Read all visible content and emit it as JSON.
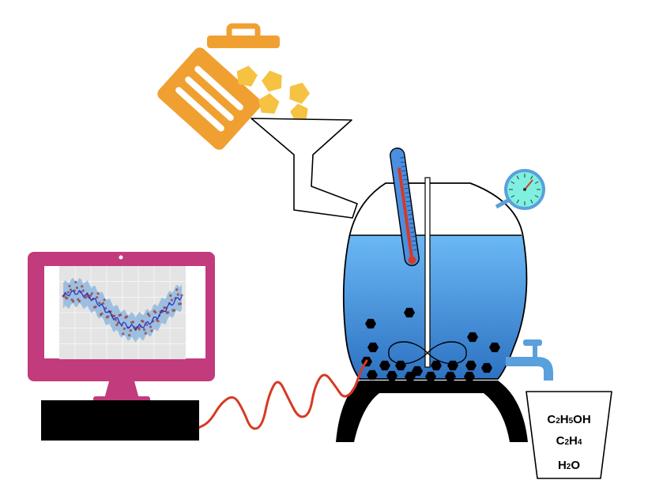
{
  "products": [
    {
      "main": "C",
      "sub1": "2",
      "mid": "H",
      "sub2": "5",
      "tail": "OH"
    },
    {
      "main": "C",
      "sub1": "2",
      "mid": "H",
      "sub2": "4",
      "tail": ""
    },
    {
      "main": "H",
      "sub1": "2",
      "mid": "O",
      "sub2": "",
      "tail": ""
    }
  ],
  "icons": {
    "feedstock": "pentagon-chunks-icon",
    "bin": "trash-bin-icon",
    "funnel": "funnel-icon",
    "thermometer": "thermometer-icon",
    "gauge": "pressure-gauge-icon",
    "reactor": "reactor-vessel-icon",
    "stirrer": "stirrer-icon",
    "tap": "tap-icon",
    "beaker": "beaker-icon",
    "monitor": "monitor-icon",
    "cable": "sensor-cable-icon"
  },
  "colors": {
    "bin": "#F0A030",
    "chunks": "#F5C242",
    "liquid_top": "#6BB8F5",
    "liquid_bottom": "#2A6FC0",
    "monitor": "#C23B7D",
    "cable": "#D63A22",
    "thermo_tube": "#4A8FE0",
    "thermo_mercury": "#D33A2A",
    "gauge_face": "#7FF0E0",
    "tap": "#5AA0DC",
    "plot_band": "#8FB8E0",
    "plot_line": "#1A2FD0",
    "plot_points": "#9A4A4A"
  }
}
